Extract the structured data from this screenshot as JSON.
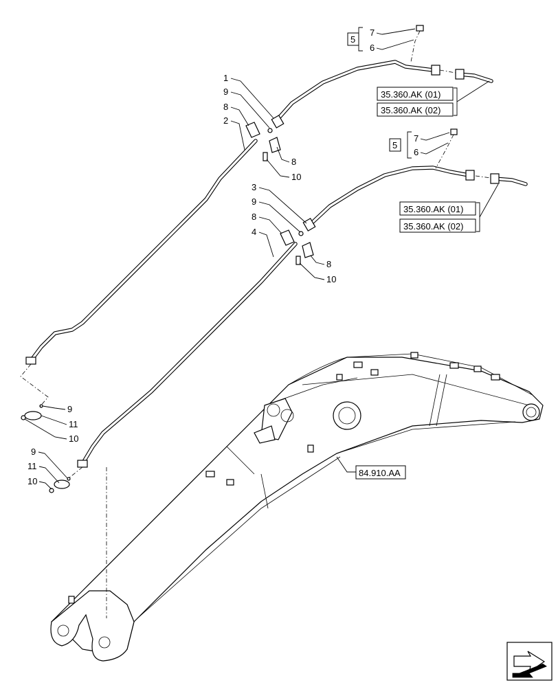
{
  "callouts": {
    "n1": "1",
    "n2": "2",
    "n3": "3",
    "n4": "4",
    "n5a": "5",
    "n5b": "5",
    "n6a": "6",
    "n6b": "6",
    "n7a": "7",
    "n7b": "7",
    "n8a": "8",
    "n8b": "8",
    "n8c": "8",
    "n8d": "8",
    "n9a": "9",
    "n9b": "9",
    "n9c": "9",
    "n9d": "9",
    "n10a": "10",
    "n10b": "10",
    "n10c": "10",
    "n10d": "10",
    "n11a": "11",
    "n11b": "11"
  },
  "references": {
    "upper_ref1": "35.360.AK (01)",
    "upper_ref2": "35.360.AK (02)",
    "lower_ref1": "35.360.AK (01)",
    "lower_ref2": "35.360.AK (02)",
    "boom_ref": "84.910.AA"
  },
  "icons": {
    "nav": "arrow-icon"
  }
}
